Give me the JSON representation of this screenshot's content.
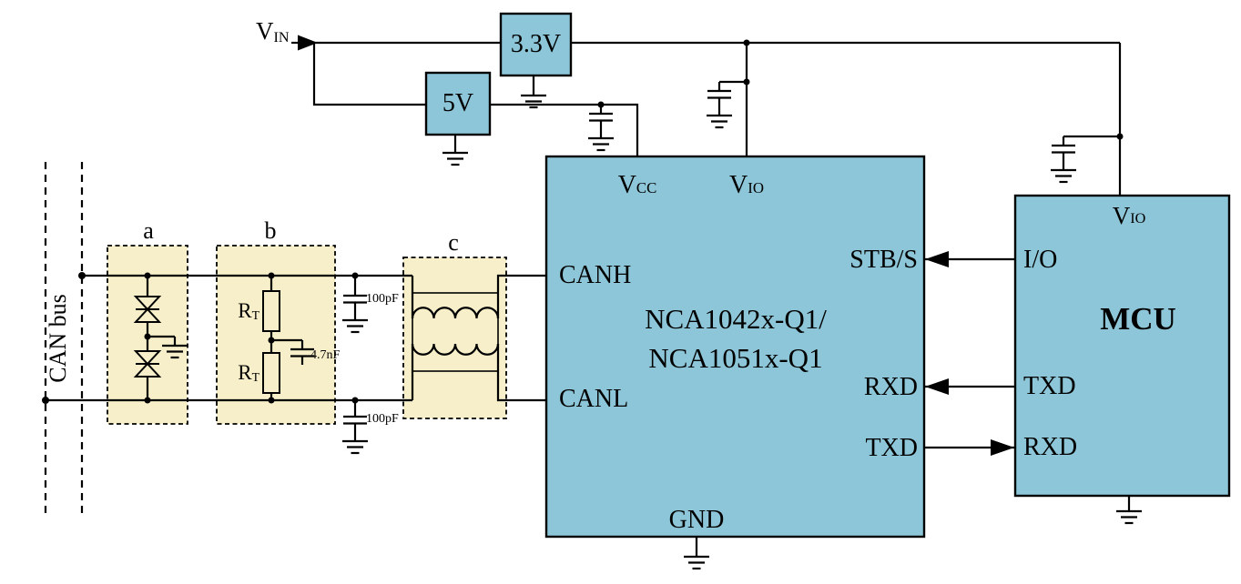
{
  "colors": {
    "component_fill": "#8dc6d8",
    "filter_block_fill": "#f6efc9",
    "wire": "#000000",
    "background": "#ffffff"
  },
  "power": {
    "vin": {
      "main": "V",
      "sub": "IN"
    },
    "regulator_5v": "5V",
    "regulator_3v3": "3.3V"
  },
  "bus": {
    "label": "CAN bus"
  },
  "protection": {
    "block_a_label": "a",
    "block_b_label": "b",
    "block_c_label": "c",
    "rt_top": {
      "main": "R",
      "sub": "T"
    },
    "rt_bottom": {
      "main": "R",
      "sub": "T"
    },
    "split_cap_value": "4.7nF",
    "canh_cap_value": "100pF",
    "canl_cap_value": "100pF"
  },
  "transceiver": {
    "part_line1": "NCA1042x-Q1/",
    "part_line2": "NCA1051x-Q1",
    "pin_vcc": {
      "main": "V",
      "sub": "CC"
    },
    "pin_vio": {
      "main": "V",
      "sub": "IO"
    },
    "pin_canh": "CANH",
    "pin_canl": "CANL",
    "pin_stb": "STB/S",
    "pin_rxd": "RXD",
    "pin_txd": "TXD",
    "pin_gnd": "GND"
  },
  "mcu": {
    "name": "MCU",
    "pin_vio": {
      "main": "V",
      "sub": "IO"
    },
    "pin_io": "I/O",
    "pin_txd": "TXD",
    "pin_rxd": "RXD"
  }
}
